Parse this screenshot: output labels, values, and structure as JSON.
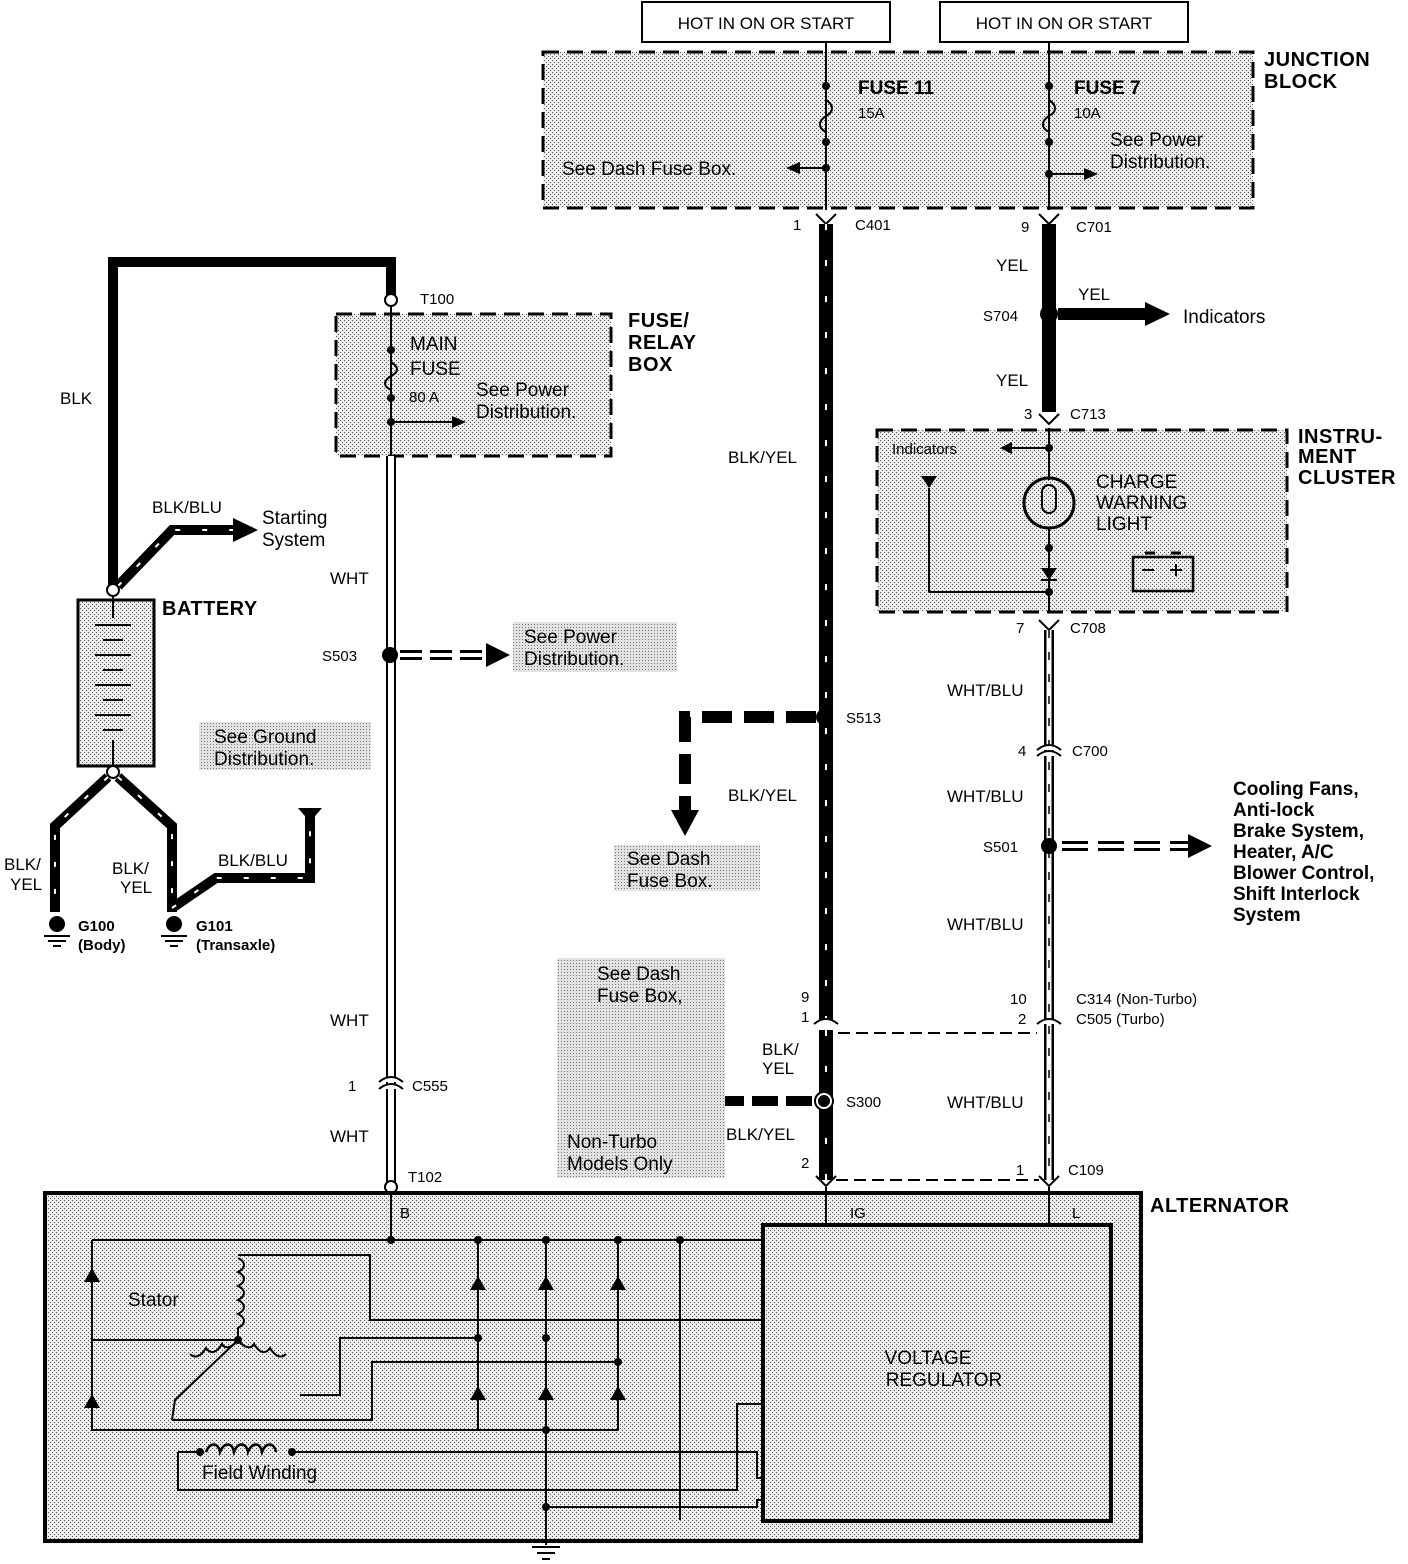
{
  "hot_labels": [
    "HOT IN ON OR START",
    "HOT IN ON OR START"
  ],
  "components": {
    "junction_block": [
      "JUNCTION",
      "BLOCK"
    ],
    "fuse_relay_box": [
      "FUSE/",
      "RELAY",
      "BOX"
    ],
    "instrument_cluster": [
      "INSTRU-",
      "MENT",
      "CLUSTER"
    ],
    "battery": "BATTERY",
    "alternator": "ALTERNATOR",
    "voltage_regulator": [
      "VOLTAGE",
      "REGULATOR"
    ],
    "stator": "Stator",
    "field_winding": "Field Winding",
    "charge_warning_light": [
      "CHARGE",
      "WARNING",
      "LIGHT"
    ],
    "main_fuse": [
      "MAIN",
      "FUSE"
    ]
  },
  "fuses": {
    "fuse11": {
      "name": "FUSE 11",
      "rating": "15A"
    },
    "fuse7": {
      "name": "FUSE 7",
      "rating": "10A"
    },
    "main": {
      "rating": "80 A"
    }
  },
  "notes": {
    "see_dash_fuse_box_jb": "See Dash Fuse Box.",
    "see_power_distribution_jb": [
      "See Power",
      "Distribution."
    ],
    "see_power_distribution_frb": [
      "See Power",
      "Distribution."
    ],
    "see_power_distribution_s503": [
      "See Power",
      "Distribution."
    ],
    "see_ground_distribution": [
      "See Ground",
      "Distribution."
    ],
    "see_dash_fuse_box_s513": [
      "See Dash",
      "Fuse Box."
    ],
    "see_dash_fuse_box_s300": [
      "See Dash",
      "Fuse Box,"
    ],
    "non_turbo_only": [
      "Non-Turbo",
      "Models Only"
    ],
    "indicators": "Indicators",
    "indicators_cluster": "Indicators",
    "starting_system": [
      "Starting",
      "System"
    ],
    "loads": [
      "Cooling Fans,",
      "Anti-lock",
      "Brake System,",
      "Heater, A/C",
      "Blower Control,",
      "Shift Interlock",
      "System"
    ]
  },
  "wires": {
    "blk": "BLK",
    "blk_blu_start": "BLK/BLU",
    "blk_blu_g101": "BLK/BLU",
    "blk_yel_g100": [
      "BLK/",
      "YEL"
    ],
    "blk_yel_g101": [
      "BLK/",
      "YEL"
    ],
    "wht_1": "WHT",
    "wht_2": "WHT",
    "wht_3": "WHT",
    "blk_yel_1": "BLK/YEL",
    "blk_yel_2": "BLK/YEL",
    "blk_yel_3": [
      "BLK/",
      "YEL"
    ],
    "blk_yel_4": "BLK/YEL",
    "yel_1": "YEL",
    "yel_2": "YEL",
    "yel_3": "YEL",
    "wht_blu_1": "WHT/BLU",
    "wht_blu_2": "WHT/BLU",
    "wht_blu_3": "WHT/BLU",
    "wht_blu_4": "WHT/BLU"
  },
  "connectors": {
    "c401": {
      "name": "C401",
      "pin": "1"
    },
    "c701": {
      "name": "C701",
      "pin": "9"
    },
    "c713": {
      "name": "C713",
      "pin": "3"
    },
    "c708": {
      "name": "C708",
      "pin": "7"
    },
    "c700": {
      "name": "C700",
      "pin": "4"
    },
    "c314": {
      "name": "C314 (Non-Turbo)",
      "pins": [
        "9",
        "10"
      ]
    },
    "c505": {
      "name": "C505 (Turbo)",
      "pins": [
        "1",
        "2"
      ]
    },
    "c555": {
      "name": "C555",
      "pin": "1"
    },
    "c109": {
      "name": "C109",
      "pins": [
        "2",
        "1"
      ]
    },
    "t100": "T100",
    "t102": "T102"
  },
  "splices": {
    "s704": "S704",
    "s503": "S503",
    "s513": "S513",
    "s501": "S501",
    "s300": "S300"
  },
  "grounds": {
    "g100": [
      "G100",
      "(Body)"
    ],
    "g101": [
      "G101",
      "(Transaxle)"
    ]
  },
  "alternator_terminals": {
    "b": "B",
    "ig": "IG",
    "l": "L"
  }
}
